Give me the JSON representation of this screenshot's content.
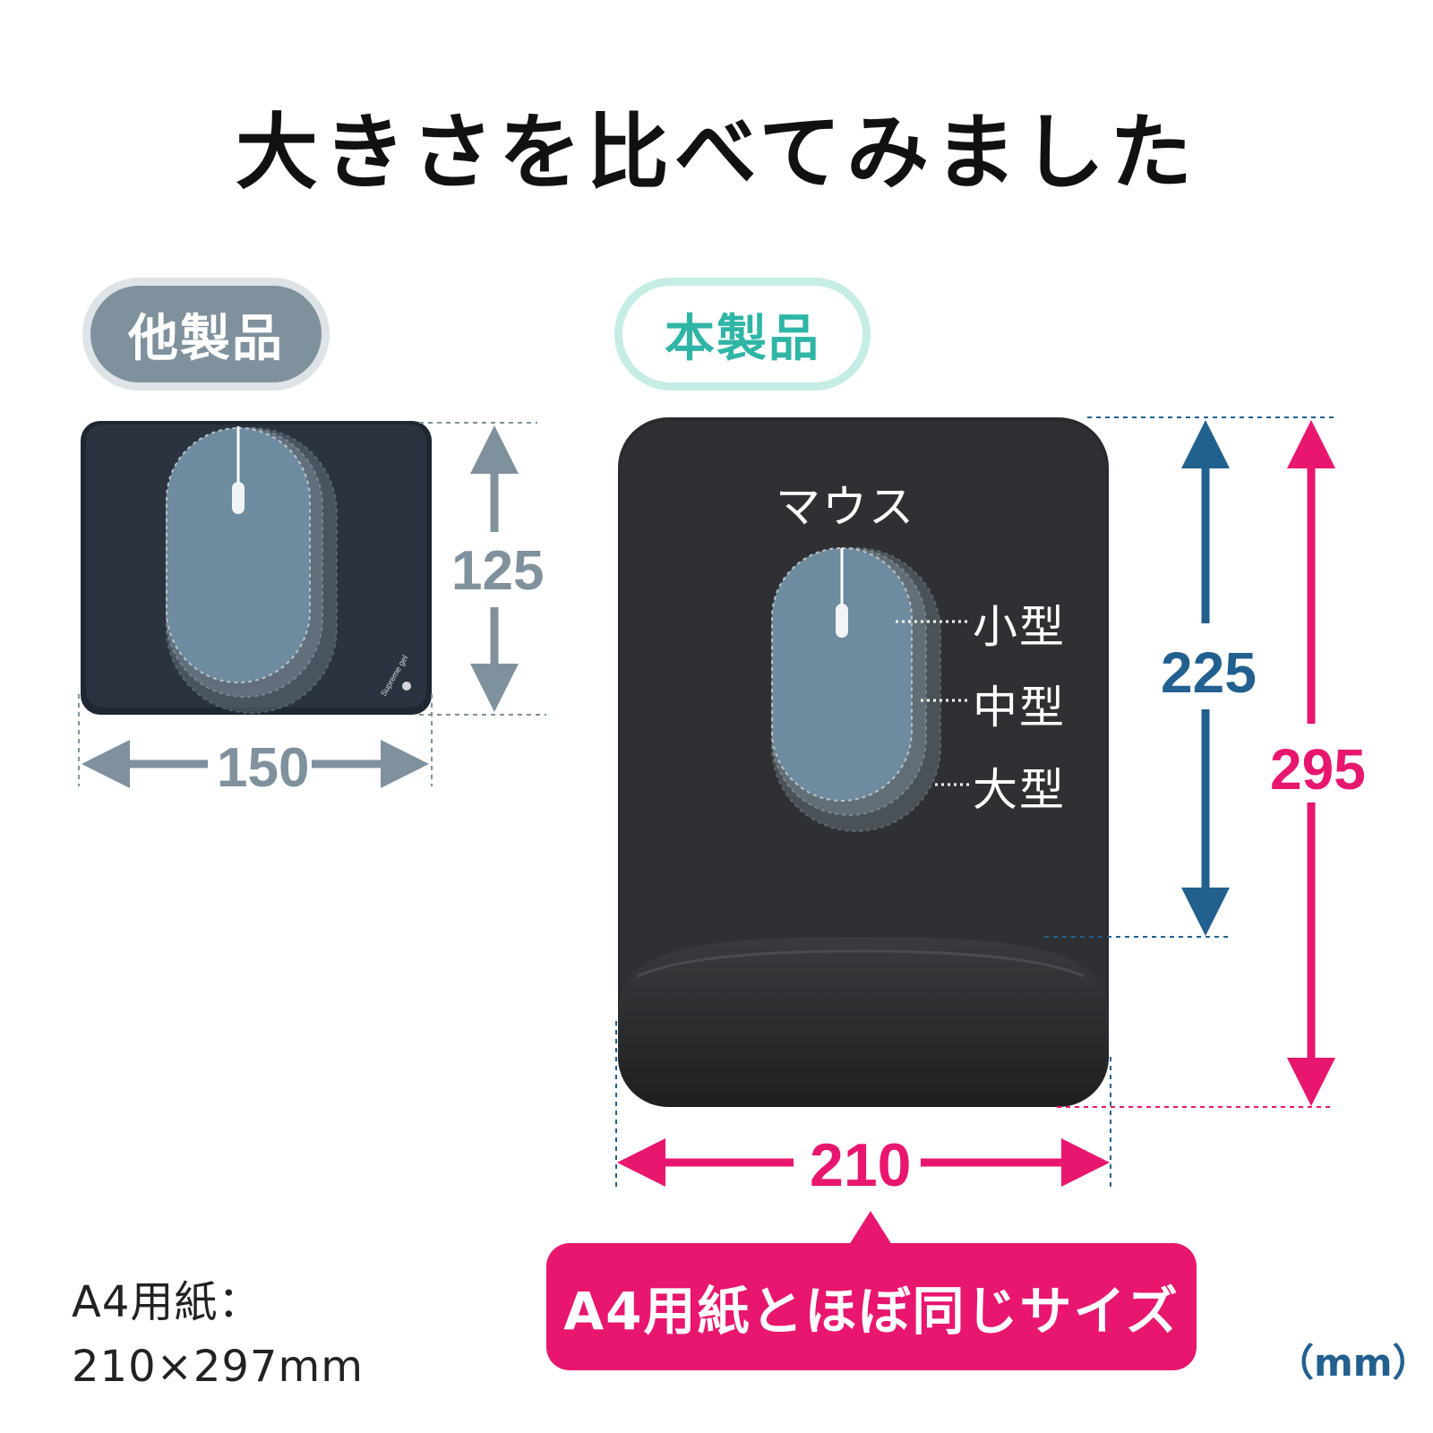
{
  "title": "大きさを比べてみました",
  "other_product": {
    "badge": "他製品",
    "height": "125",
    "width": "150",
    "brand_logo_text": "Supreme gel"
  },
  "this_product": {
    "badge": "本製品",
    "mouse_label": "マウス",
    "size_small": "小型",
    "size_medium": "中型",
    "size_large": "大型",
    "mouse_area_height": "225",
    "total_height": "295",
    "width": "210"
  },
  "callout": "A4用紙とほぼ同じサイズ",
  "a4_note": {
    "line1": "A4用紙：",
    "line2": "210×297mm"
  },
  "unit": "（mm）",
  "colors": {
    "gray": "#7f919c",
    "blue": "#22608f",
    "pink": "#e8166f",
    "teal": "#2fb5a6",
    "pad": "#2a2b2e"
  }
}
